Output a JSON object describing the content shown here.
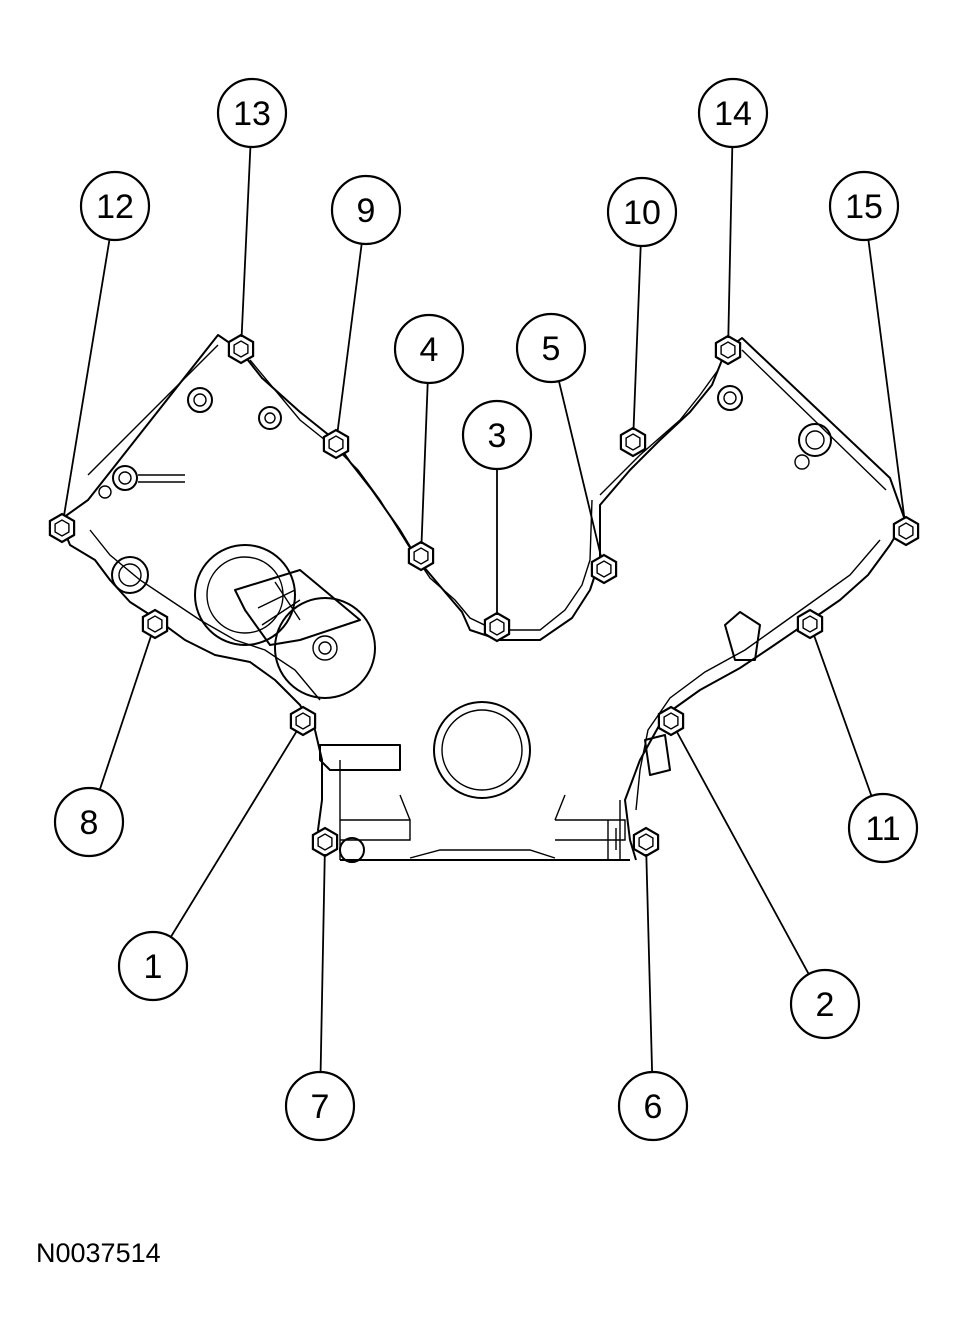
{
  "figure_code": "N0037514",
  "callouts": [
    {
      "label": "1"
    },
    {
      "label": "2"
    },
    {
      "label": "3"
    },
    {
      "label": "4"
    },
    {
      "label": "5"
    },
    {
      "label": "6"
    },
    {
      "label": "7"
    },
    {
      "label": "8"
    },
    {
      "label": "9"
    },
    {
      "label": "10"
    },
    {
      "label": "11"
    },
    {
      "label": "12"
    },
    {
      "label": "13"
    },
    {
      "label": "14"
    },
    {
      "label": "15"
    }
  ]
}
